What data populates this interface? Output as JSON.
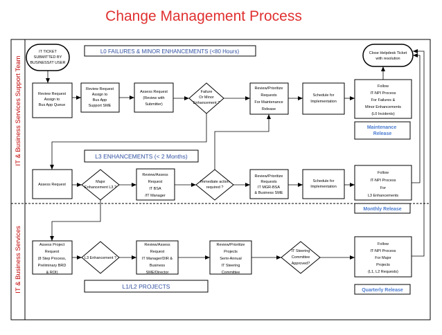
{
  "title": "Change Management Process",
  "lanes": {
    "top": "IT & Business Services Support Team",
    "bottom": "IT & Business Services"
  },
  "banners": {
    "l0": "L0 FAILURES & MINOR ENHANCEMENTS (<80 Hours)",
    "l3": "L3  ENHANCEMENTS (< 2 Months)",
    "l12": "L1/L2 PROJECTS"
  },
  "release_labels": {
    "maintenance": "Maintenance Release",
    "monthly": "Monthly Release",
    "quarterly": "Quarterly Release"
  },
  "terminals": {
    "start": [
      "IT TICKET",
      "SUBMITTED BY",
      "BUSINESS/IT USER"
    ],
    "end": [
      "Close Helpdesk Ticket",
      "with resolution"
    ]
  },
  "row1": {
    "review_request": [
      "Review Request",
      "Assign to",
      "Bus App Queue"
    ],
    "review_request_assign": [
      "Review Request",
      "Assign to",
      "Bus App",
      "Support SME"
    ],
    "assess_request": [
      "Assess Request",
      "(Review with",
      "Submitter)"
    ],
    "decision": [
      "Failure",
      "Or Minor",
      "Enhancement ?"
    ],
    "review_prioritize": [
      "Review/Prioritize",
      "Requests",
      "For Maintenance",
      "Release"
    ],
    "schedule": [
      "Schedule for",
      "Implementation"
    ],
    "follow": [
      "Follow",
      "IT-NPI Process",
      "For Failures &",
      "Minor Enhancements",
      "(L0 Incidents)"
    ]
  },
  "row2": {
    "assess_request": [
      "Assess Request"
    ],
    "decision_major": [
      "Major",
      "Enhancement L3 ?"
    ],
    "review_assess": [
      "Review/Assess",
      "Request",
      "IT BSA",
      "/IT Manager"
    ],
    "decision_immediate": [
      "Immediate action",
      "required ?"
    ],
    "review_prioritize": [
      "Review/Prioritize",
      "Requests",
      "IT MGR-BSA",
      "& Business SME"
    ],
    "schedule": [
      "Schedule for",
      "Implementation"
    ],
    "follow": [
      "Follow",
      "IT-NPI Process",
      "For",
      "L3 Enhancements"
    ]
  },
  "row3": {
    "assess_project": [
      "Assess Project",
      "Request",
      "(8 Step Process,",
      "Preliminary BRD",
      "& ROI)"
    ],
    "decision_l3": [
      "L3 Enhancement ?"
    ],
    "review_assess": [
      "Review/Assess",
      "Request",
      "IT Manager/DIR &",
      "Business",
      "SME/Director"
    ],
    "review_prioritize": [
      "Review/Prioritize",
      "Projects",
      "Semi-Annual",
      "IT Steering",
      "Committee"
    ],
    "decision_steering": [
      "IT Steering",
      "Committee",
      "Approved?"
    ],
    "follow": [
      "Follow",
      "IT-NPI Process",
      "For Major",
      "Projects",
      "(L1, L2 Requests)"
    ]
  },
  "colors": {
    "title": "#e03030",
    "lane_label": "#c00000",
    "banner_text": "#3050a0",
    "release_text": "#4a7bd0",
    "line": "#000000"
  }
}
